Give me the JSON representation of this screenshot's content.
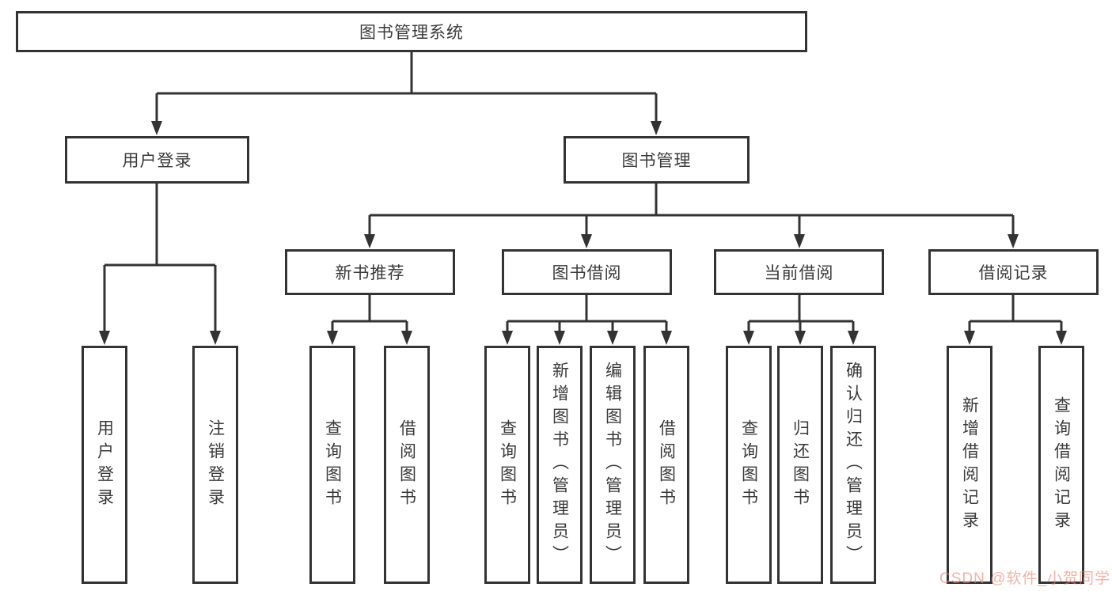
{
  "diagram": {
    "type": "hierarchy-tree",
    "orientation": "top-down"
  },
  "nodes": {
    "root": {
      "label": "图书管理系统"
    },
    "branches": [
      {
        "label": "用户登录",
        "leaves": [
          "用户登录",
          "注销登录"
        ]
      },
      {
        "label": "图书管理",
        "groups": [
          {
            "label": "新书推荐",
            "leaves": [
              "查询图书",
              "借阅图书"
            ]
          },
          {
            "label": "图书借阅",
            "leaves": [
              "查询图书",
              "新增图书（管理员）",
              "编辑图书（管理员）",
              "借阅图书"
            ]
          },
          {
            "label": "当前借阅",
            "leaves": [
              "查询图书",
              "归还图书",
              "确认归还（管理员）"
            ]
          },
          {
            "label": "借阅记录",
            "leaves": [
              "新增借阅记录",
              "查询借阅记录"
            ]
          }
        ]
      }
    ]
  },
  "watermark": {
    "text": "CSDN @软件_小贺同学"
  },
  "colors": {
    "line": "#333333",
    "text": "#3a3a3a",
    "box_background": "#ffffff",
    "watermark": "#ed8273"
  }
}
